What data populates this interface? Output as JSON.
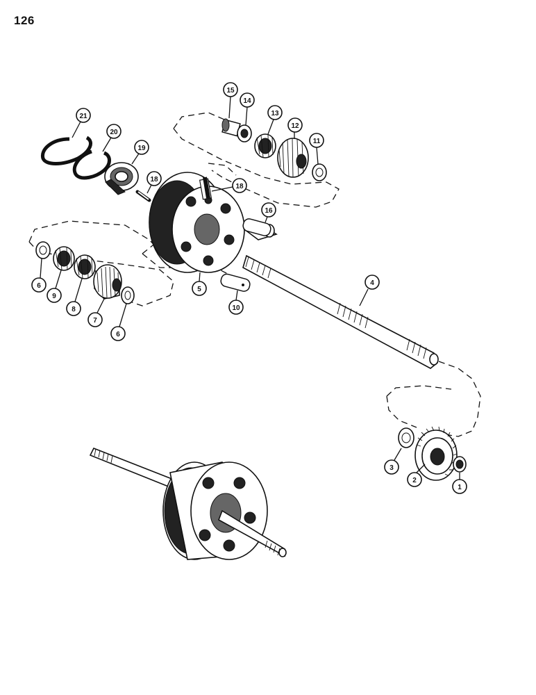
{
  "page": {
    "number": "126"
  },
  "callouts": [
    {
      "id": "c1",
      "label": "1"
    },
    {
      "id": "c2",
      "label": "2"
    },
    {
      "id": "c3",
      "label": "3"
    },
    {
      "id": "c4",
      "label": "4"
    },
    {
      "id": "c5",
      "label": "5"
    },
    {
      "id": "c6a",
      "label": "6"
    },
    {
      "id": "c6b",
      "label": "6"
    },
    {
      "id": "c7",
      "label": "7"
    },
    {
      "id": "c8",
      "label": "8"
    },
    {
      "id": "c9",
      "label": "9"
    },
    {
      "id": "c10",
      "label": "10"
    },
    {
      "id": "c11",
      "label": "11"
    },
    {
      "id": "c12",
      "label": "12"
    },
    {
      "id": "c13",
      "label": "13"
    },
    {
      "id": "c14",
      "label": "14"
    },
    {
      "id": "c15",
      "label": "15"
    },
    {
      "id": "c16",
      "label": "16"
    },
    {
      "id": "c18a",
      "label": "18"
    },
    {
      "id": "c18b",
      "label": "18"
    },
    {
      "id": "c19",
      "label": "19"
    },
    {
      "id": "c20",
      "label": "20"
    },
    {
      "id": "c21",
      "label": "21"
    }
  ]
}
